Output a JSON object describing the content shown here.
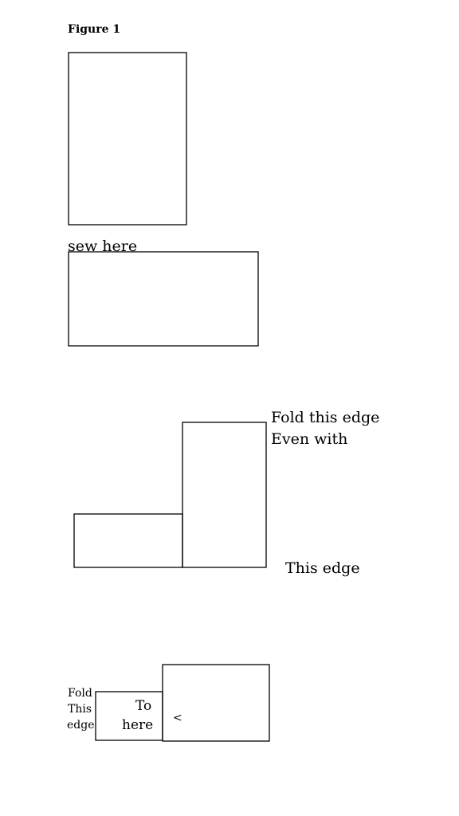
{
  "figure": {
    "title": "Figure 1"
  },
  "labels": {
    "sew_here": "sew here",
    "fold_this_edge": "Fold this edge",
    "even_with": "Even with",
    "this_edge": "This edge",
    "fold": "Fold",
    "this": "This",
    "edge": "edge",
    "to": "To",
    "here": "here",
    "arrow": "<"
  },
  "colors": {
    "stroke": "#000000",
    "background": "#ffffff"
  }
}
